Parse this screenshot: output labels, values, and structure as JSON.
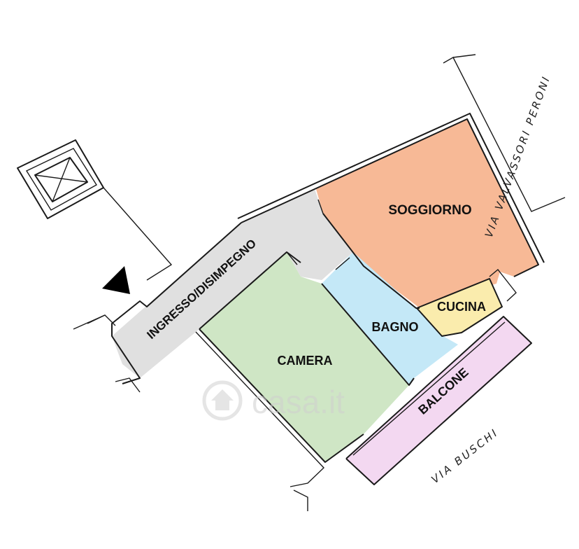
{
  "rooms": {
    "ingresso": {
      "label": "INGRESSO/DISIMPEGNO",
      "color": "#e0e0e0"
    },
    "soggiorno": {
      "label": "SOGGIORNO",
      "color": "#f7b996"
    },
    "camera": {
      "label": "CAMERA",
      "color": "#cfe6c5"
    },
    "bagno": {
      "label": "BAGNO",
      "color": "#c4e8f7"
    },
    "cucina": {
      "label": "CUCINA",
      "color": "#faecad"
    },
    "balcone": {
      "label": "BALCONE",
      "color": "#f3d8f1"
    }
  },
  "streets": {
    "east": "VIA VALVASSORI PERONI",
    "south": "VIA BUSCHI"
  },
  "watermark": "casa.it",
  "entrance_icon": "entrance-arrow-icon",
  "stair_icon": "stair-lift-icon"
}
